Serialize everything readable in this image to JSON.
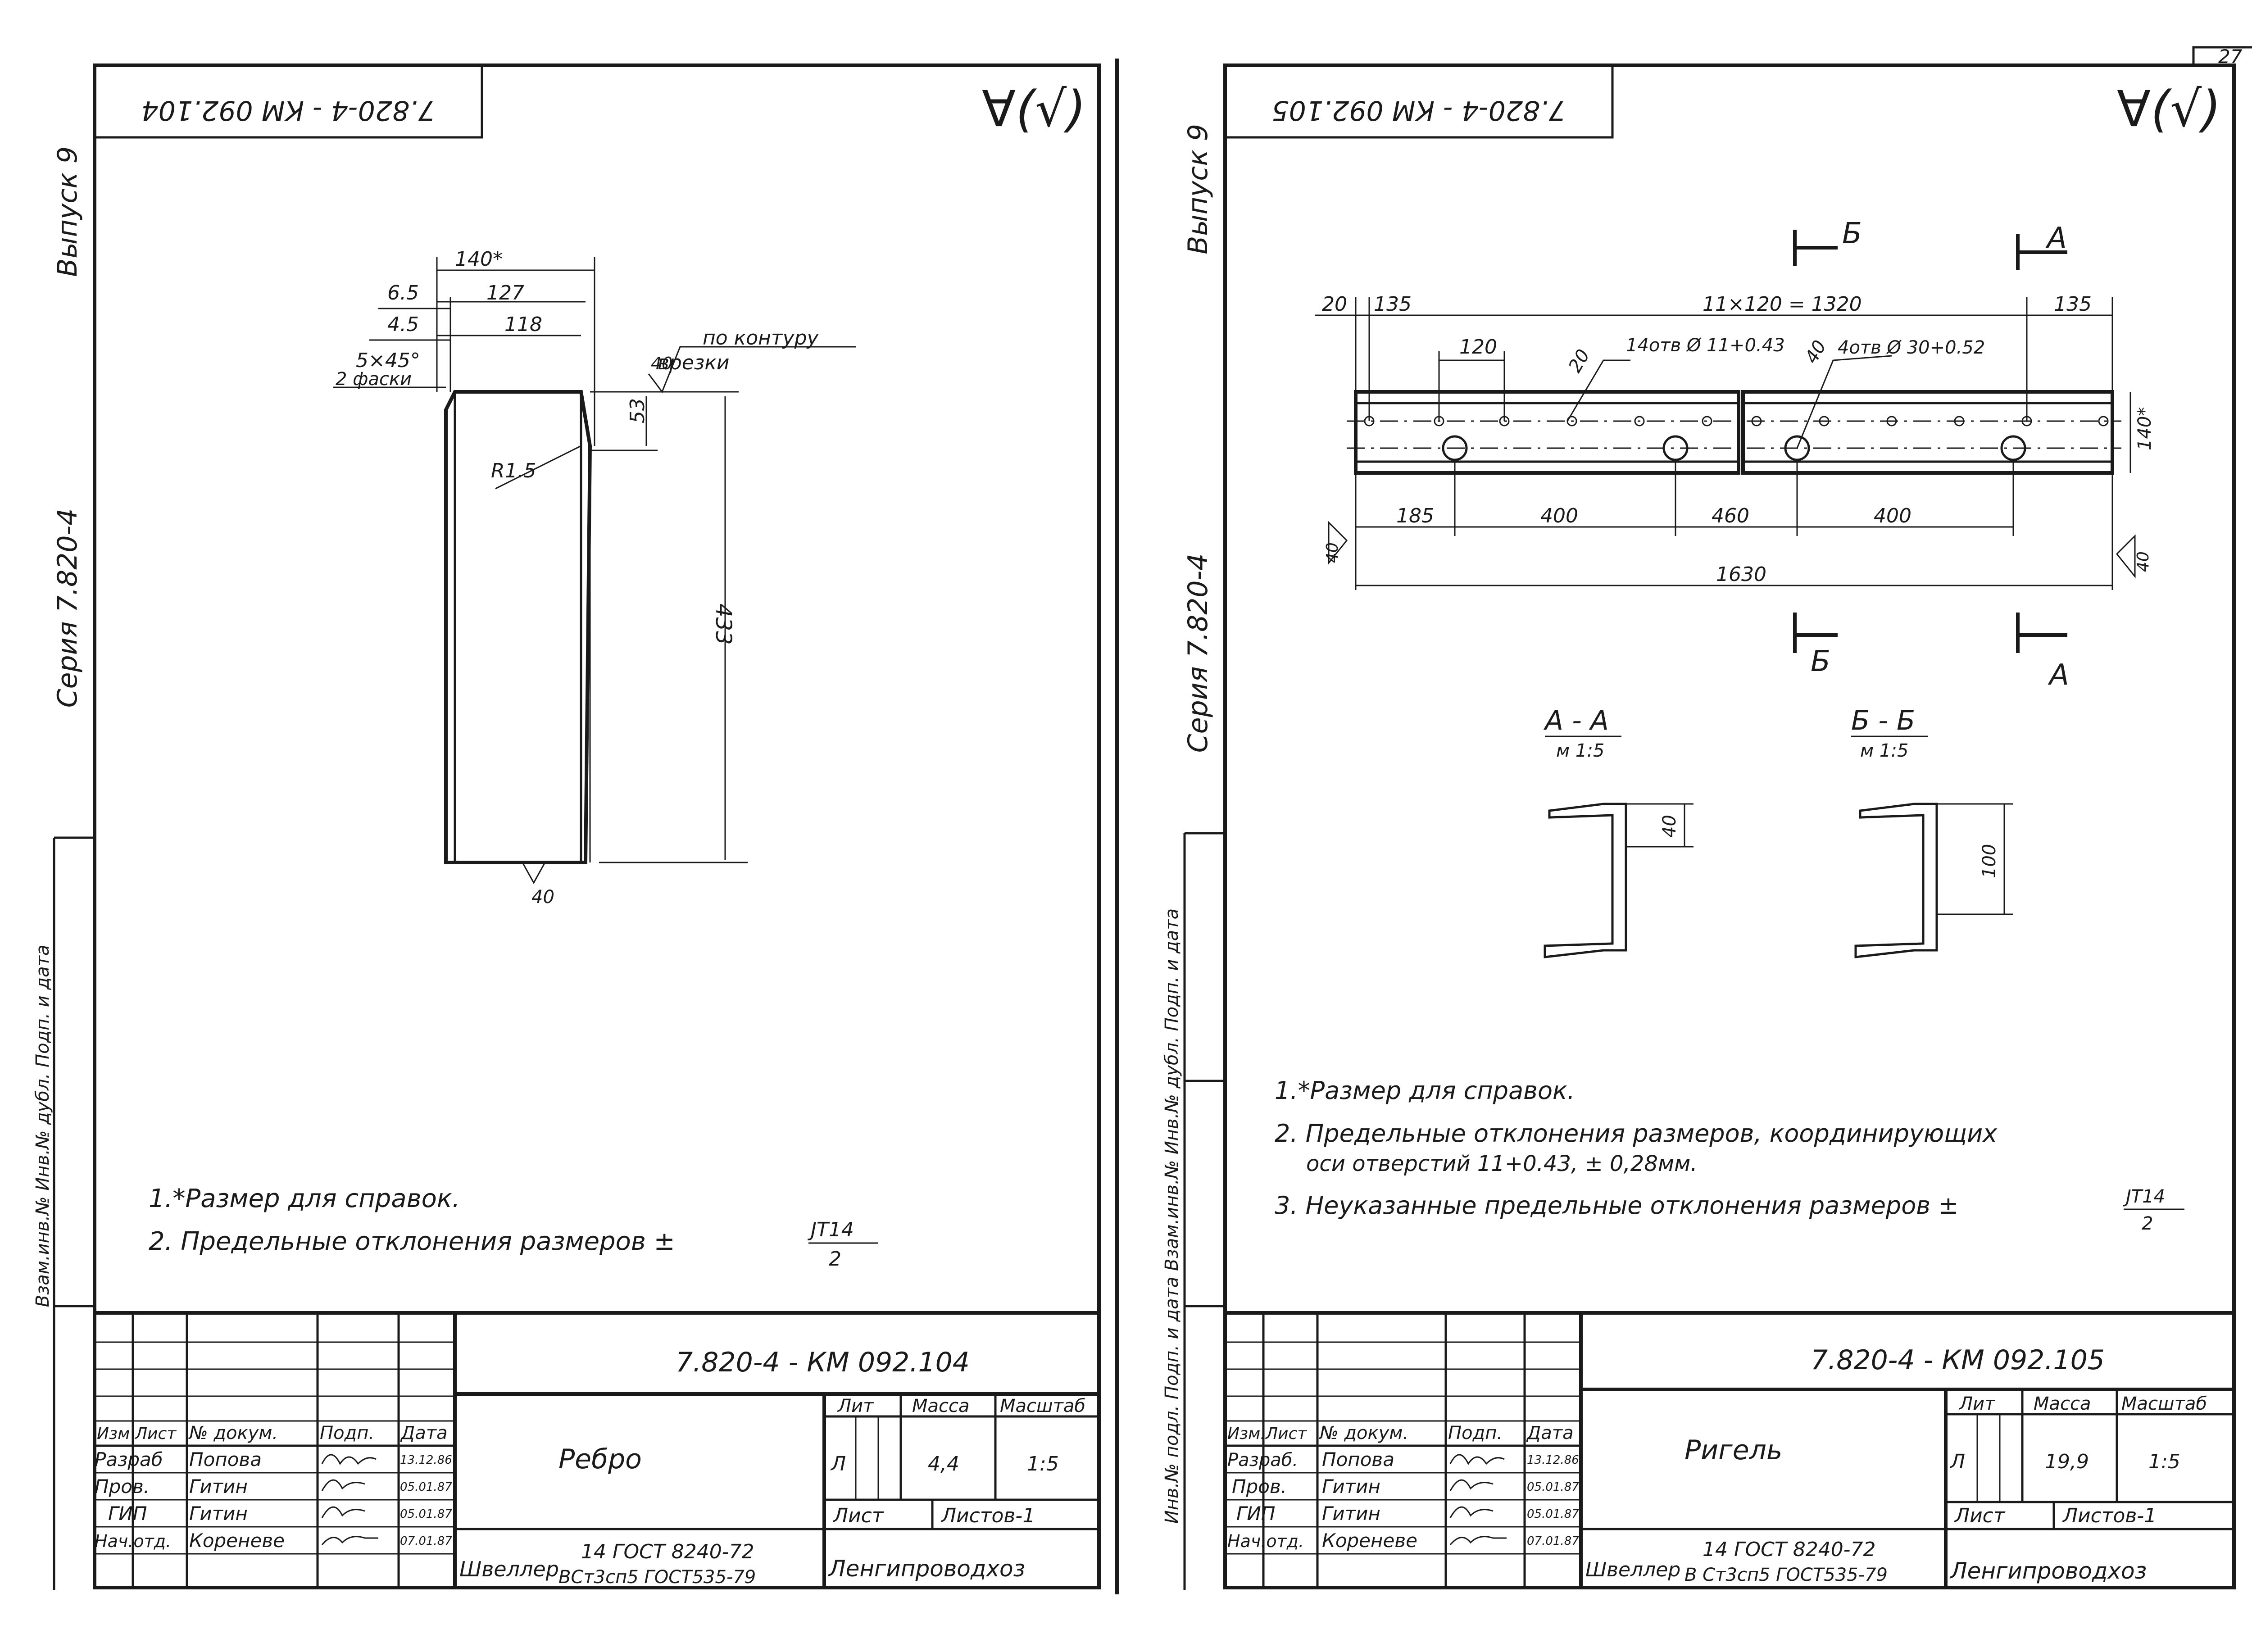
{
  "page_number": "27",
  "left": {
    "top_stamp": "7.820-4 - КМ 092.104",
    "roughness": "∀(√)",
    "side_vypusk": "Выпуск 9",
    "side_seriya": "Серия 7.820-4",
    "dims": {
      "d140": "140*",
      "d6_5": "6.5",
      "d127": "127",
      "d4_5": "4.5",
      "d118": "118",
      "chamfer": "5×45°",
      "chamfer_note": "2 фаски",
      "contour1": "по контуру",
      "contour2": "врезки",
      "rough40": "40",
      "d53": "53",
      "r15": "R1.5",
      "d433": "433",
      "bottom40": "40"
    },
    "notes": {
      "n1": "1.*Размер для справок.",
      "n2": "2. Предельные отклонения размеров ±",
      "frac_top": "JT14",
      "frac_bottom": "2"
    },
    "title": {
      "code": "7.820-4 - КМ 092.104",
      "name": "Ребро",
      "material_prefix": "Швеллер",
      "material1": "14 ГОСТ 8240-72",
      "material2": "ВСт3сп5 ГОСТ535-79",
      "org": "Ленгипроводхоз",
      "lit": "Лит",
      "massa_h": "Масса",
      "masshtab_h": "Масштаб",
      "lit_val": "Л",
      "massa": "4,4",
      "masshtab": "1:5",
      "list_h": "Лист",
      "listov": "Листов-1",
      "col_izm": "Изм",
      "col_list": "Лист",
      "col_doc": "№ докум.",
      "col_podp": "Подп.",
      "col_data": "Дата",
      "rows": [
        {
          "role": "Разраб",
          "name": "Попова",
          "date": "13.12.86"
        },
        {
          "role": "Пров.",
          "name": "Гитин",
          "date": "05.01.87"
        },
        {
          "role": "ГИП",
          "name": "Гитин",
          "date": "05.01.87"
        },
        {
          "role": "Нач.отд.",
          "name": "Кореневе",
          "date": "07.01.87"
        }
      ]
    },
    "margin_label": "Взам.инв.№ Инв.№ дубл. Подп. и дата"
  },
  "right": {
    "top_stamp": "7.820-4 - КМ 092.105",
    "roughness": "∀(√)",
    "side_vypusk": "Выпуск 9",
    "side_seriya": "Серия 7.820-4",
    "dims": {
      "secB": "Б",
      "secA": "А",
      "d20": "20",
      "d135a": "135",
      "d1320": "11×120 = 1320",
      "d135b": "135",
      "d120": "120",
      "d20b": "20",
      "holes14": "14отв Ø 11+0.43",
      "r40a": "40",
      "holes4": "4отв Ø 30+0.52",
      "d140": "140*",
      "d185": "185",
      "d400a": "400",
      "d460": "460",
      "d400b": "400",
      "d1630": "1630",
      "rough40l": "40",
      "rough40r": "40",
      "secAA": "А - А",
      "secBB": "Б - Б",
      "scaleAA": "м 1:5",
      "scaleBB": "м 1:5",
      "d40s": "40",
      "d100s": "100"
    },
    "notes": {
      "n1": "1.*Размер для справок.",
      "n2a": "2. Предельные отклонения размеров, координирующих",
      "n2b": "оси отверстий  11+0.43, ± 0,28мм.",
      "n3": "3. Неуказанные предельные отклонения размеров ±",
      "frac_top": "JT14",
      "frac_bottom": "2"
    },
    "title": {
      "code": "7.820-4 - КМ 092.105",
      "name": "Ригель",
      "material_prefix": "Швеллер",
      "material1": "14 ГОСТ 8240-72",
      "material2": "В Ст3сп5 ГОСТ535-79",
      "org": "Ленгипроводхоз",
      "lit": "Лит",
      "massa_h": "Масса",
      "masshtab_h": "Масштаб",
      "lit_val": "Л",
      "massa": "19,9",
      "masshtab": "1:5",
      "list_h": "Лист",
      "listov": "Листов-1",
      "col_izm": "Изм.",
      "col_list": "Лист",
      "col_doc": "№ докум.",
      "col_podp": "Подп.",
      "col_data": "Дата",
      "rows": [
        {
          "role": "Разраб.",
          "name": "Попова",
          "date": "13.12.86"
        },
        {
          "role": "Пров.",
          "name": "Гитин",
          "date": "05.01.87"
        },
        {
          "role": "ГИП",
          "name": "Гитин",
          "date": "05.01.87"
        },
        {
          "role": "Нач.отд.",
          "name": "Кореневе",
          "date": "07.01.87"
        }
      ]
    },
    "margin_label": "Инв.№ подл. Подп. и дата Взам.инв.№ Инв.№ дубл. Подп. и дата"
  }
}
